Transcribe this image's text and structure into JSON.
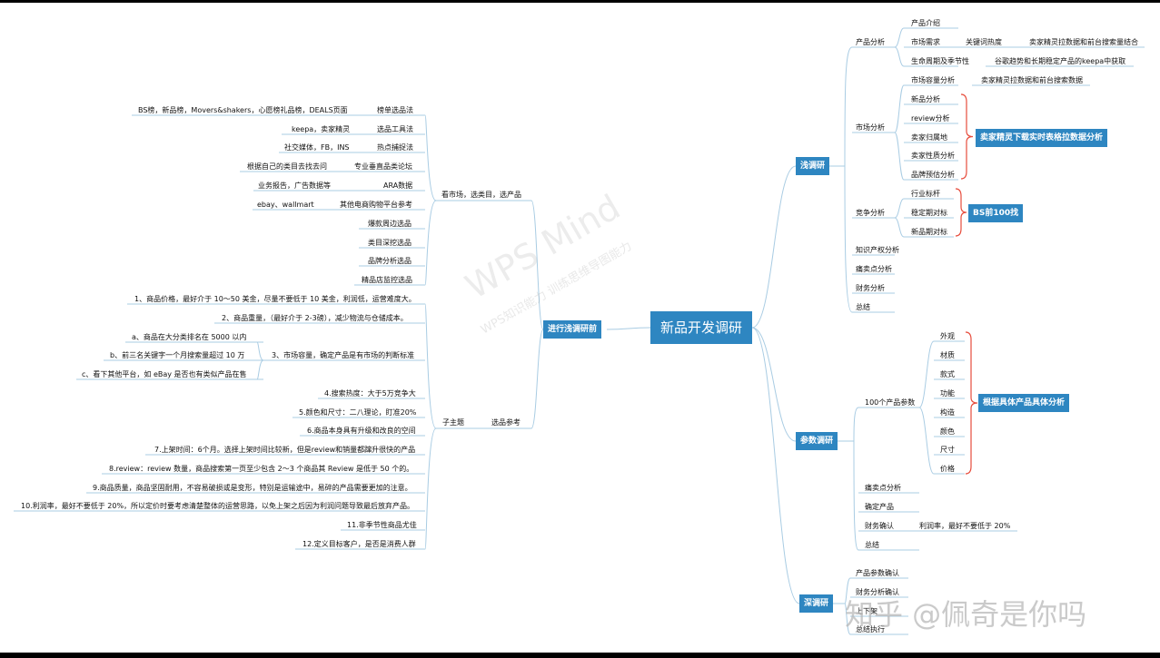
{
  "central": "新品开发调研",
  "left": {
    "main": "进行浅调研前",
    "market": {
      "label": "看市场，选类目，选产品",
      "items": [
        {
          "name": "榜单选品法",
          "detail": "BS榜，新品榜，Movers&shakers，心愿榜礼品榜，DEALS页面"
        },
        {
          "name": "选品工具法",
          "detail": "keepa，卖家精灵"
        },
        {
          "name": "热点捕捉法",
          "detail": "社交媒体，FB，INS"
        },
        {
          "name": "专业垂直品类论坛",
          "detail": "根据自己的类目去找去问"
        },
        {
          "name": "ARA数据",
          "detail": "业务报告，广告数据等"
        },
        {
          "name": "其他电商购物平台参考",
          "detail": "ebay、wallmart"
        },
        {
          "name": "爆款周边选品",
          "detail": ""
        },
        {
          "name": "类目深挖选品",
          "detail": ""
        },
        {
          "name": "品牌分析选品",
          "detail": ""
        },
        {
          "name": "精品店监控选品",
          "detail": ""
        }
      ]
    },
    "select": {
      "label": "选品参考",
      "subtopic": "子主题",
      "items": [
        "1、商品价格，最好介于 10～50 美金，尽量不要低于 10 美金，利润低，运营难度大。",
        "2、商品重量，（最好介于 2-3磅），减少物流与仓储成本。",
        "3、市场容量，确定产品是有市场的判断标准",
        "4.搜索热度：大于5万竞争大",
        "5.颜色和尺寸：二八理论，盯准20%",
        "6.商品本身具有升级和改良的空间",
        "7.上架时间：6个月。选择上架时间比较新，但是review和销量都蹿升很快的产品",
        "8.review：review 数量，商品搜索第一页至少包含 2～3 个商品其 Review 是低于 50 个的。",
        "9.商品质量，商品坚固耐用，不容易破损或是变形，特别是运输途中，易碎的产品需要更加的注意。",
        "10.利润率，最好不要低于 20%，所以定价时要考虑清楚整体的运营思路，以免上架之后因为利润问题导致最后放弃产品。",
        "11.非季节性商品尤佳",
        "12.定义目标客户，是否是消费人群"
      ],
      "market_sub": [
        "a、商品在大分类排名在 5000 以内",
        "b、前三名关键字一个月搜索量超过 10 万",
        "c、看下其他平台，如 eBay 是否也有类似产品在售"
      ]
    }
  },
  "right": {
    "shallow": {
      "label": "浅调研",
      "product": {
        "label": "产品分析",
        "intro": "产品介绍",
        "demand": "市场需求",
        "keyword": "关键词热度",
        "keyword_detail": "卖家精灵拉数据和前台搜索量结合",
        "lifecycle": "生命周期及季节性",
        "lifecycle_detail": "谷歌趋势和长期稳定产品的keepa中获取"
      },
      "market": {
        "label": "市场分析",
        "capacity": "市场容量分析",
        "capacity_detail": "卖家精灵拉数据和前台搜索数据",
        "items": [
          "新品分析",
          "review分析",
          "卖家归属地",
          "卖家性质分析",
          "品牌预估分析"
        ],
        "summary": "卖家精灵下载实时表格拉数据分析"
      },
      "competition": {
        "label": "竞争分析",
        "items": [
          "行业标杆",
          "稳定期对标",
          "新品期对标"
        ],
        "summary": "BS前100找"
      },
      "others": [
        "知识产权分析",
        "痛卖点分析",
        "财务分析",
        "总结"
      ]
    },
    "param": {
      "label": "参数调研",
      "hundred": "100个产品参数",
      "items": [
        "外观",
        "材质",
        "款式",
        "功能",
        "构造",
        "颜色",
        "尺寸",
        "价格"
      ],
      "summary": "根据具体产品具体分析",
      "pain": "痛卖点分析",
      "confirm": "确定产品",
      "finance": "财务确认",
      "finance_detail": "利润率，最好不要低于 20%",
      "conclusion": "总结"
    },
    "deep": {
      "label": "深调研",
      "items": [
        "产品参数确认",
        "财务分析确认",
        "上下架",
        "总结执行"
      ]
    }
  },
  "watermark": {
    "main": "WPS Mind",
    "sub": "WPS知识能力 训练思维导图能力",
    "credit": "知乎 @佩奇是你吗"
  },
  "colors": {
    "node": "#2e86c1",
    "line": "#a9cce3",
    "bracket": "#e74c3c"
  }
}
